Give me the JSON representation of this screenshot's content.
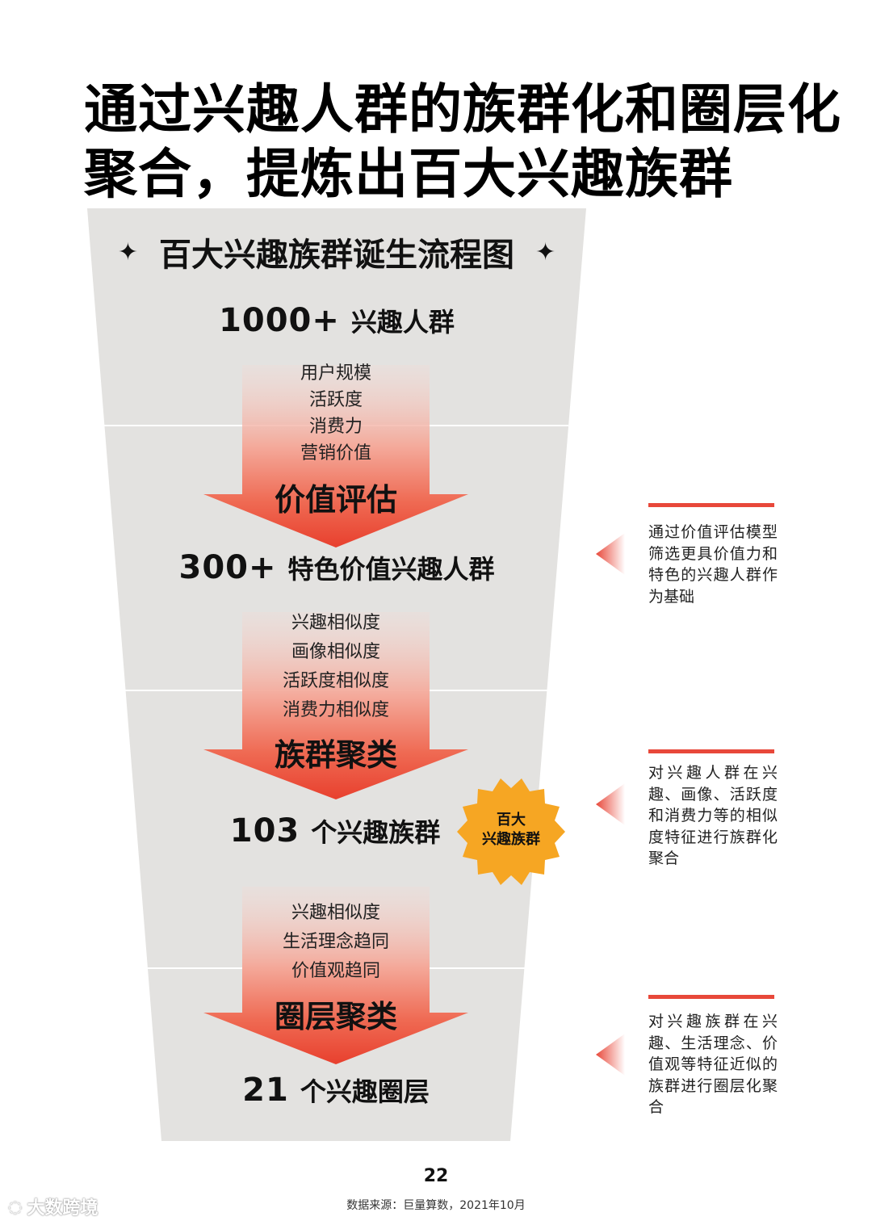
{
  "header": {
    "title_line1": "通过兴趣人群的族群化和圈层化",
    "title_line2": "聚合，提炼出百大兴趣族群"
  },
  "flow": {
    "title": "百大兴趣族群诞生流程图",
    "title_spark": "✦",
    "stage1": {
      "num": "1000+",
      "label": "兴趣人群"
    },
    "arrow1": {
      "criteria": [
        "用户规模",
        "活跃度",
        "消费力",
        "营销价值"
      ],
      "label": "价值评估"
    },
    "stage2": {
      "num": "300+",
      "label": "特色价值兴趣人群"
    },
    "arrow2": {
      "criteria": [
        "兴趣相似度",
        "画像相似度",
        "活跃度相似度",
        "消费力相似度"
      ],
      "label": "族群聚类"
    },
    "stage3": {
      "num": "103",
      "label": "个兴趣族群"
    },
    "badge": {
      "line1": "百大",
      "line2": "兴趣族群"
    },
    "arrow3": {
      "criteria": [
        "兴趣相似度",
        "生活理念趋同",
        "价值观趋同"
      ],
      "label": "圈层聚类"
    },
    "stage4": {
      "num": "21",
      "label": "个兴趣圈层"
    }
  },
  "notes": [
    "通过价值评估模型筛选更具价值力和特色的兴趣人群作为基础",
    "对兴趣人群在兴趣、画像、活跃度和消费力等的相似度特征进行族群化聚合",
    "对兴趣族群在兴趣、生活理念、价值观等特征近似的族群进行圈层化聚合"
  ],
  "footer": {
    "page_number": "22",
    "source": "数据来源：巨量算数，2021年10月",
    "watermark": "大数跨境"
  },
  "colors": {
    "funnel": "#e3e2e0",
    "accent": "#e8483a",
    "badge": "#f6a623"
  }
}
